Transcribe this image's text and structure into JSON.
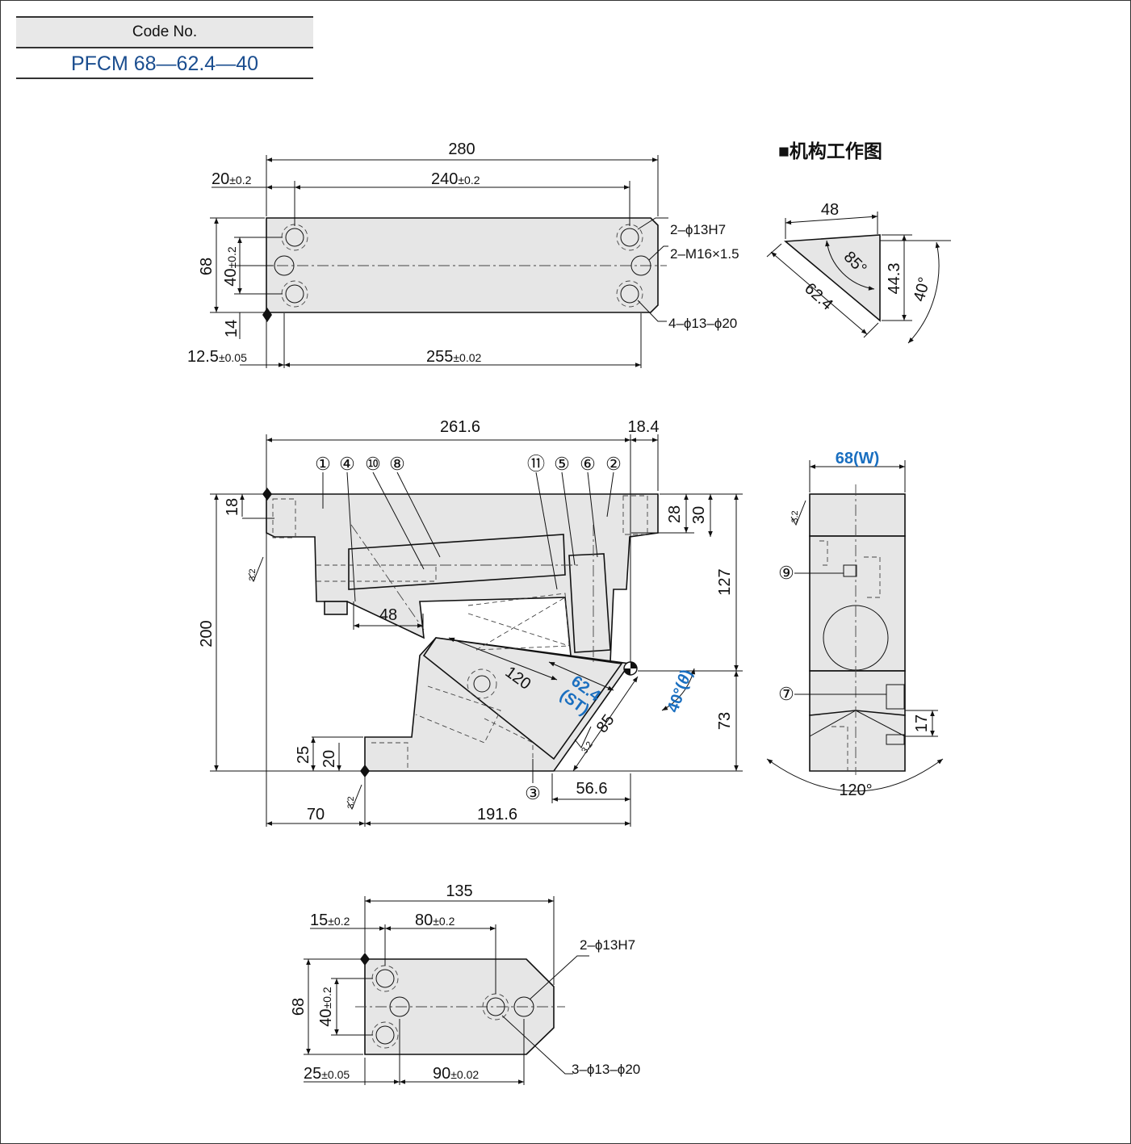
{
  "code": {
    "header": "Code No.",
    "value": "PFCM 68—62.4—40"
  },
  "mechanism_title": "■机构工作图",
  "top_view": {
    "d_280": "280",
    "d_20": "20",
    "d_20_tol": "±0.2",
    "d_240": "240",
    "d_240_tol": "±0.2",
    "d_68": "68",
    "d_40": "40",
    "d_40_tol": "±0.2",
    "d_14": "14",
    "d_12_5": "12.5",
    "d_12_5_tol": "±0.05",
    "d_255": "255",
    "d_255_tol": "±0.02",
    "note_holes": "2–ϕ13H7",
    "note_thread": "2–M16×1.5",
    "note_cbore": "4–ϕ13–ϕ20"
  },
  "mechanism": {
    "d_48": "48",
    "a_85": "85°",
    "d_62_4": "62.4",
    "d_44_3": "44.3",
    "a_40": "40°"
  },
  "front_view": {
    "d_261_6": "261.6",
    "d_18_4": "18.4",
    "d_18": "18",
    "d_28": "28",
    "d_30": "30",
    "d_127": "127",
    "d_200": "200",
    "d_48": "48",
    "d_120": "120",
    "d_62_4": "62.4",
    "st": "ST",
    "d_85": "85",
    "angle": "40°",
    "theta": "θ",
    "d_73": "73",
    "d_25": "25",
    "d_20": "20",
    "d_56_6": "56.6",
    "d_70": "70",
    "d_191_6": "191.6",
    "roughness": "3.2",
    "balloons": [
      "①",
      "④",
      "⑩",
      "⑧",
      "⑪",
      "⑤",
      "⑥",
      "②",
      "③"
    ]
  },
  "side_view": {
    "width": "68",
    "width_label": "W",
    "roughness": "3.2",
    "balloon_9": "⑨",
    "balloon_7": "⑦",
    "d_17": "17",
    "a_120": "120°"
  },
  "bottom_view": {
    "d_135": "135",
    "d_15": "15",
    "d_15_tol": "±0.2",
    "d_80": "80",
    "d_80_tol": "±0.2",
    "d_68": "68",
    "d_40": "40",
    "d_40_tol": "±0.2",
    "d_25": "25",
    "d_25_tol": "±0.05",
    "d_90": "90",
    "d_90_tol": "±0.02",
    "note_holes": "2–ϕ13H7",
    "note_cbore": "3–ϕ13–ϕ20"
  },
  "colors": {
    "accent": "#1a6fc0",
    "fill": "#e6e6e6"
  }
}
